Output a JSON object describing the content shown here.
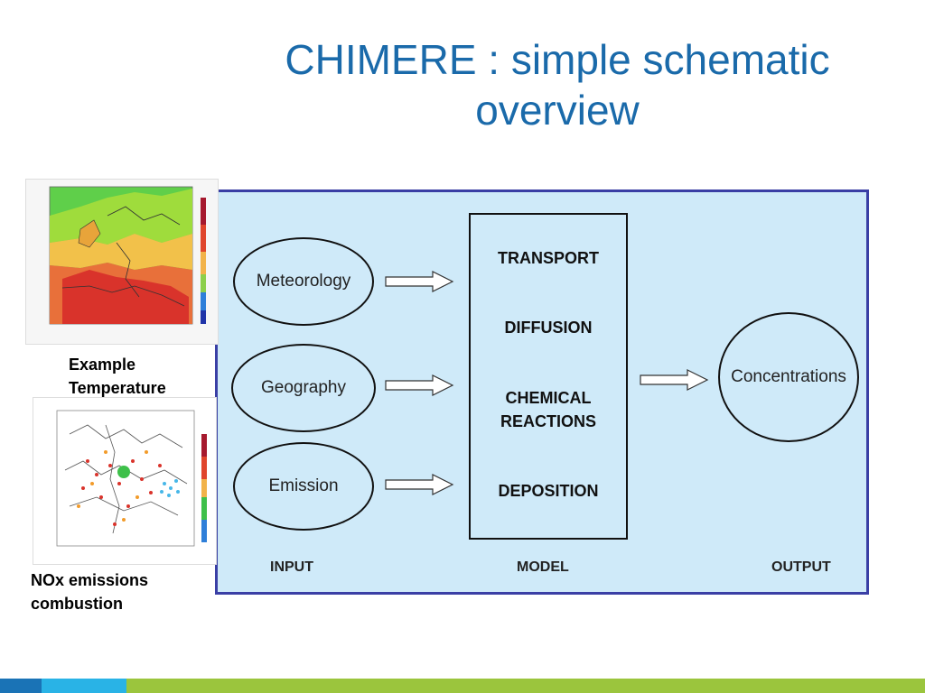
{
  "slide": {
    "title_line1": "CHIMERE : simple schematic",
    "title_line2": "overview"
  },
  "diagram": {
    "inputs": [
      "Meteorology",
      "Geography",
      "Emission"
    ],
    "model_processes": {
      "transport": "TRANSPORT",
      "diffusion": "DIFFUSION",
      "chemical_1": "CHEMICAL",
      "chemical_2": "REACTIONS",
      "deposition": "DEPOSITION"
    },
    "output": "Concentrations",
    "column_labels": {
      "input": "INPUT",
      "model": "MODEL",
      "output": "OUTPUT"
    }
  },
  "captions": {
    "temperature_line1": "Example",
    "temperature_line2": "Temperature",
    "nox_line1": "NOx emissions",
    "nox_line2": "combustion"
  },
  "colors": {
    "title": "#1a6aaa",
    "panel_bg": "#cfeaf9",
    "panel_border": "#3a3fa5",
    "bar_dark_blue": "#1a73b6",
    "bar_light_blue": "#29b3e6",
    "bar_green": "#9bc53d"
  }
}
